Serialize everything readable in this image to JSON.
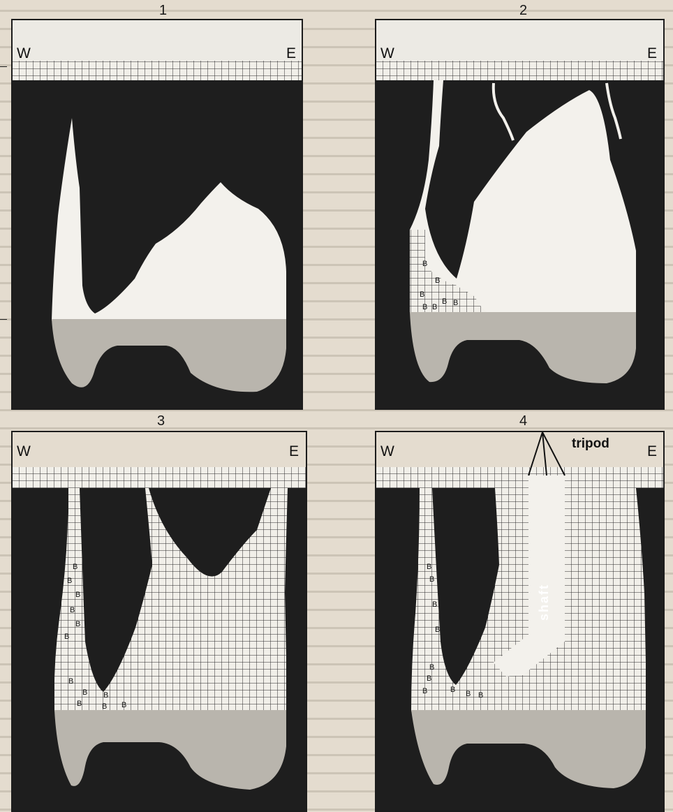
{
  "panels": [
    {
      "number": "1",
      "west": "W",
      "east": "E"
    },
    {
      "number": "2",
      "west": "W",
      "east": "E"
    },
    {
      "number": "3",
      "west": "W",
      "east": "E"
    },
    {
      "number": "4",
      "west": "W",
      "east": "E",
      "labels": {
        "tripod": "tripod",
        "shaft": "shaft"
      }
    }
  ],
  "bone_marker": "B",
  "colors": {
    "rock": "#1e1e1e",
    "air": "#f3f1ec",
    "grid_fill": "#f1efe9",
    "grid_line": "#2a2a2a",
    "sediment": "#b9b5ad",
    "paper": "#e4dccf"
  }
}
